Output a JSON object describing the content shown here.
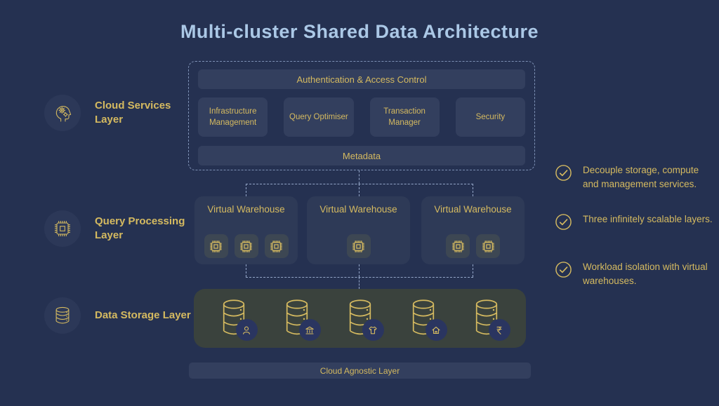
{
  "title": "Multi-cluster Shared Data Architecture",
  "colors": {
    "background": "#253151",
    "title_text": "#abc8e6",
    "accent_yellow": "#d5ba60",
    "panel_navy": "#333f5e",
    "circle_navy": "#2c3858",
    "warehouse_navy": "#2e3a57",
    "chip_tile": "#3d4753",
    "storage_green": "#3a423d",
    "badge_navy": "#2a3560",
    "connector_blue": "#94a6c8",
    "border_dash": "#7e91b5"
  },
  "layers": [
    {
      "label": "Cloud Services Layer",
      "icon": "head-gears-icon"
    },
    {
      "label": "Query Processing Layer",
      "icon": "processor-icon"
    },
    {
      "label": "Data Storage Layer",
      "icon": "database-icon"
    }
  ],
  "cloud_services": {
    "auth_bar": "Authentication & Access Control",
    "services": [
      "Infrastructure Management",
      "Query Optimiser",
      "Transaction Manager",
      "Security"
    ],
    "metadata_bar": "Metadata"
  },
  "warehouses": [
    {
      "label": "Virtual Warehouse",
      "chips": 3
    },
    {
      "label": "Virtual Warehouse",
      "chips": 1
    },
    {
      "label": "Virtual Warehouse",
      "chips": 2
    }
  ],
  "storage": {
    "databases": [
      {
        "badge": "person-icon"
      },
      {
        "badge": "bank-icon"
      },
      {
        "badge": "tshirt-icon"
      },
      {
        "badge": "home-icon"
      },
      {
        "badge": "rupee-icon"
      }
    ]
  },
  "cloud_agnostic_label": "Cloud Agnostic Layer",
  "benefits": [
    "Decouple storage, compute and management services.",
    "Three infinitely scalable layers.",
    "Workload isolation with virtual warehouses."
  ]
}
